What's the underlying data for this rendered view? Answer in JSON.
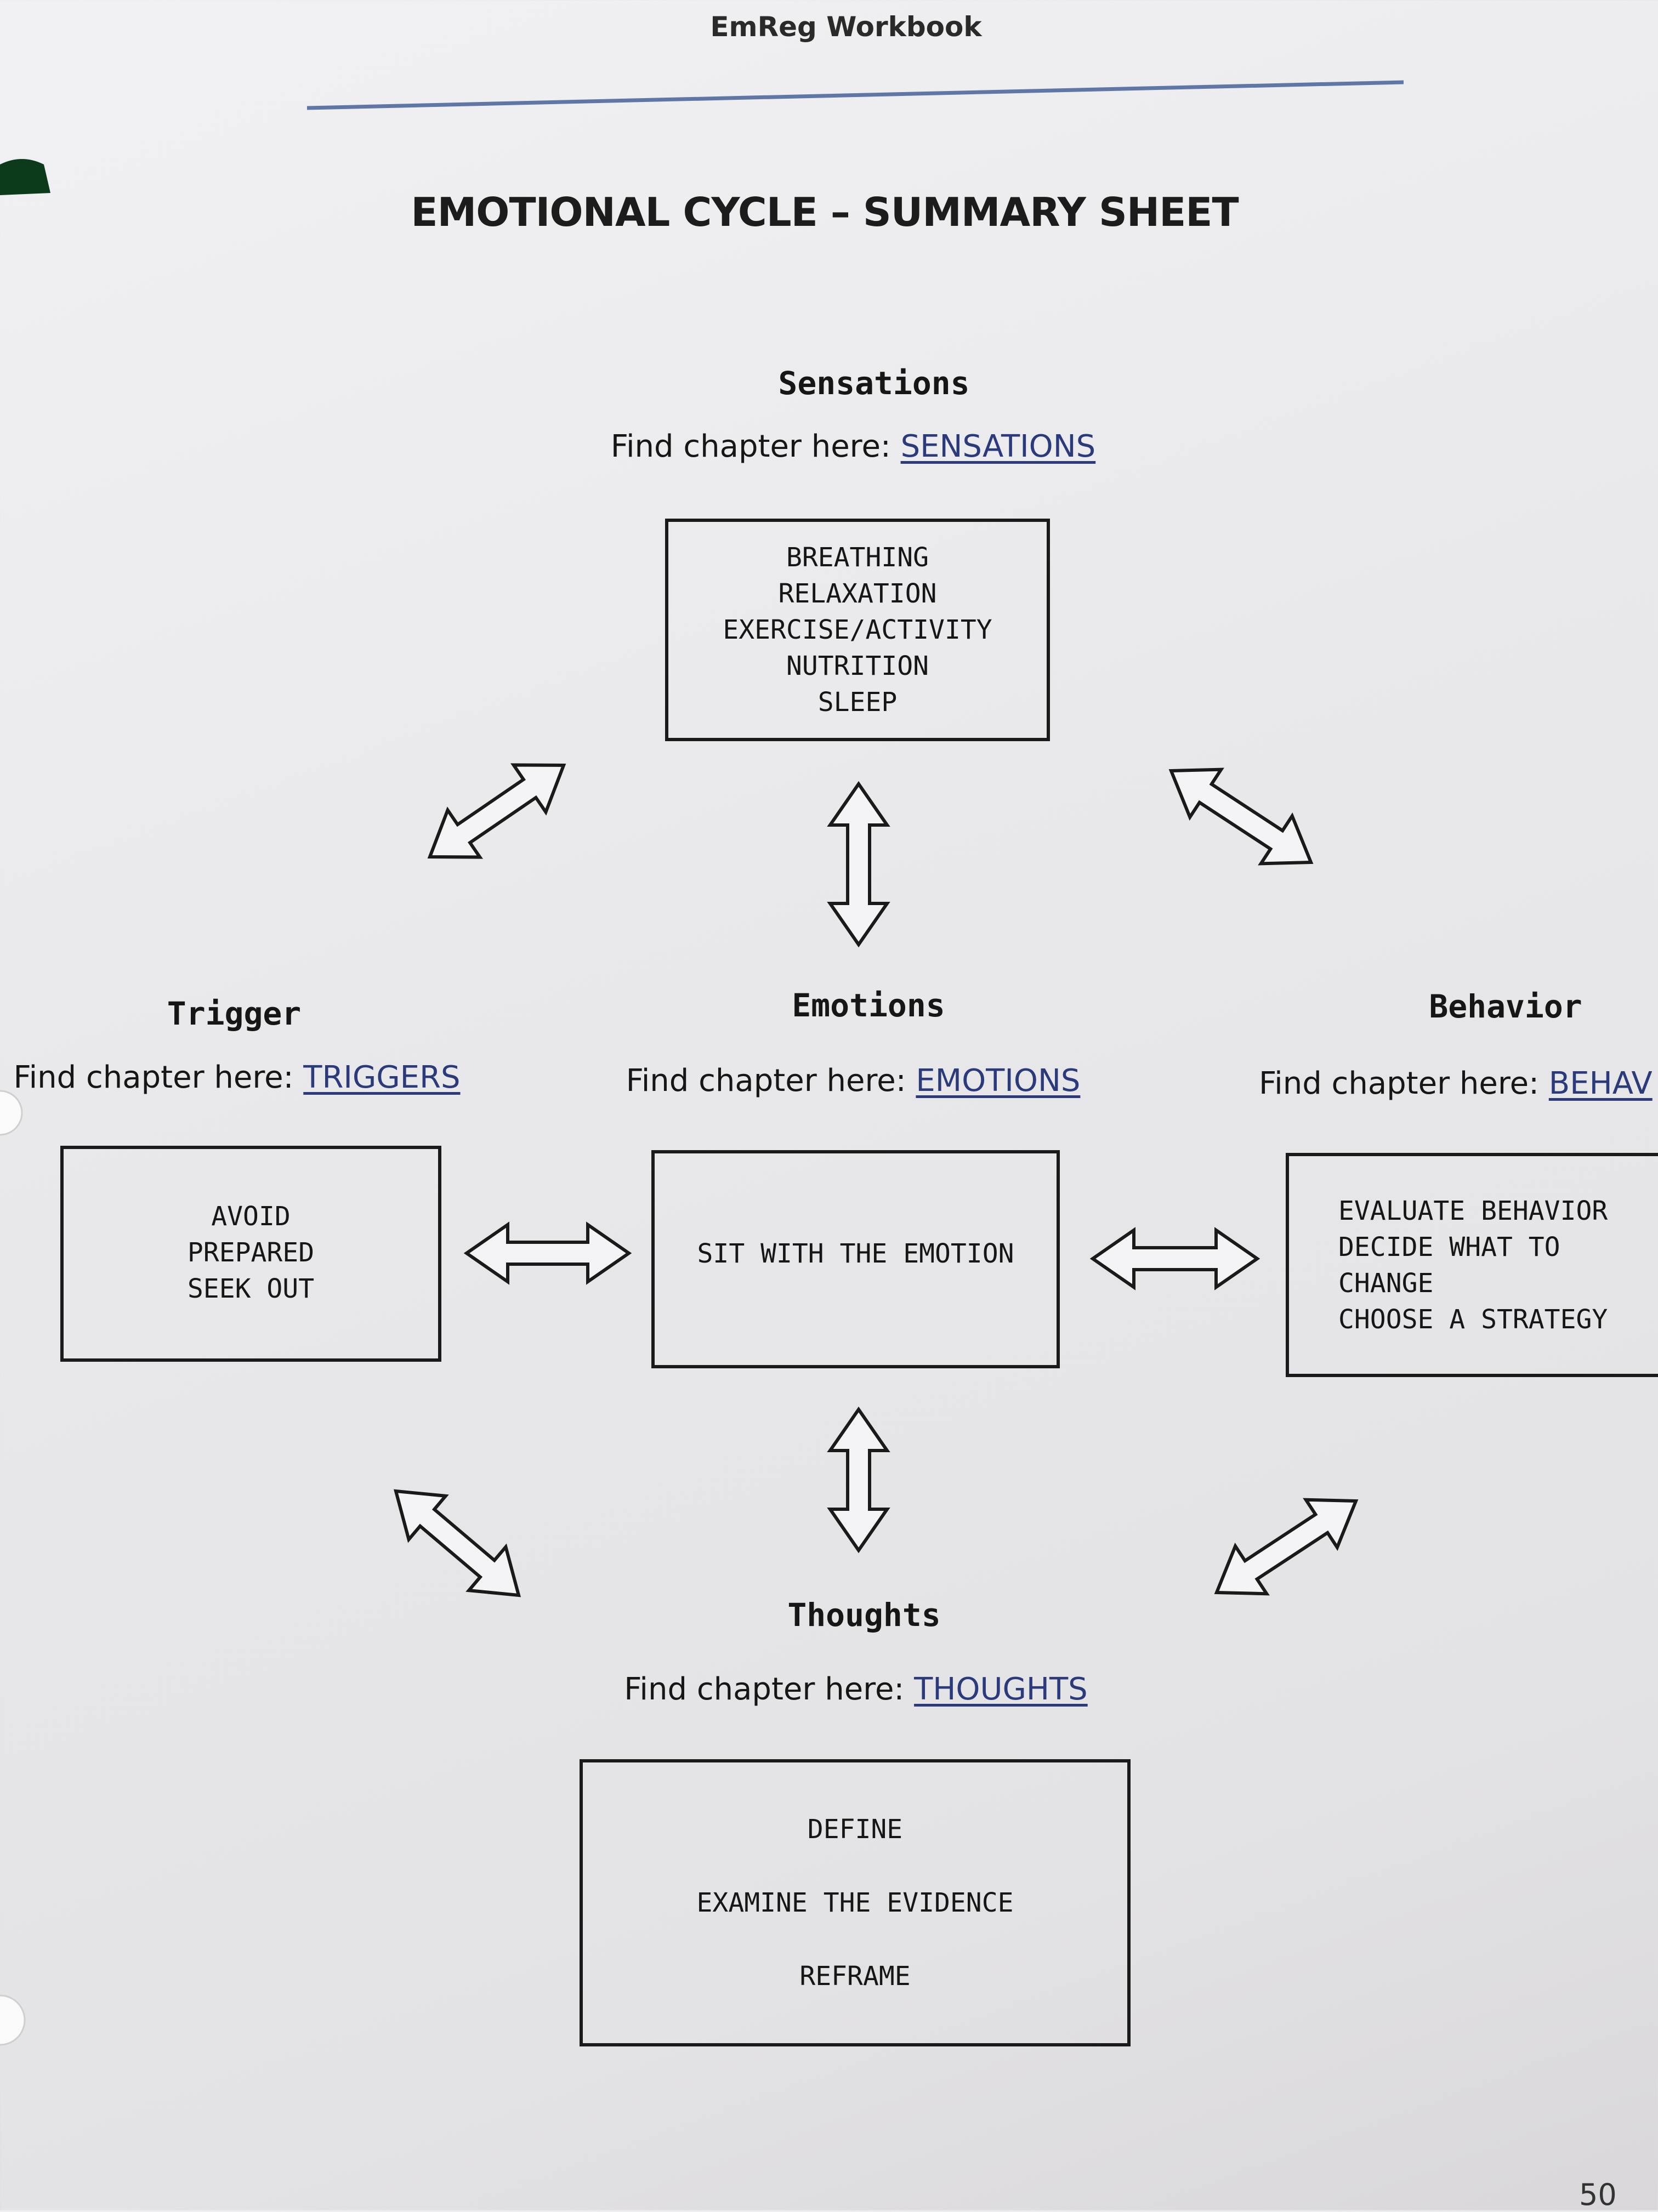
{
  "header": {
    "title": "EmReg Workbook"
  },
  "page_title": "EMOTIONAL CYCLE – SUMMARY SHEET",
  "find_prefix": "Find chapter here: ",
  "nodes": {
    "sensations": {
      "heading": "Sensations",
      "link": "SENSATIONS",
      "items": [
        "BREATHING",
        "RELAXATION",
        "EXERCISE/ACTIVITY",
        "NUTRITION",
        "SLEEP"
      ]
    },
    "trigger": {
      "heading": "Trigger",
      "link": "TRIGGERS",
      "items": [
        "AVOID",
        "PREPARED",
        "SEEK OUT"
      ]
    },
    "emotions": {
      "heading": "Emotions",
      "link": "EMOTIONS",
      "items": [
        "SIT WITH THE EMOTION"
      ]
    },
    "behavior": {
      "heading": "Behavior",
      "link": "BEHAV",
      "items": [
        "EVALUATE BEHAVIOR",
        "DECIDE WHAT TO",
        "CHANGE",
        "CHOOSE A STRATEGY"
      ]
    },
    "thoughts": {
      "heading": "Thoughts",
      "link": "THOUGHTS",
      "items": [
        "DEFINE",
        "EXAMINE THE EVIDENCE",
        "REFRAME"
      ]
    }
  },
  "arrows": [
    "trigger-sensations",
    "sensations-emotions",
    "sensations-behavior",
    "trigger-emotions",
    "emotions-behavior",
    "emotions-thoughts",
    "trigger-thoughts",
    "behavior-thoughts"
  ],
  "page_number": "50",
  "colors": {
    "link": "#2b3a7a",
    "rule": "#5f76a6",
    "ink": "#1a1a1a"
  }
}
